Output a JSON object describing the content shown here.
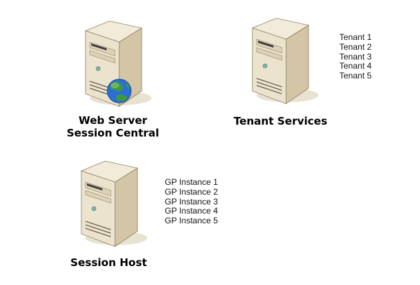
{
  "servers": {
    "web": {
      "caption_line1": "Web Server",
      "caption_line2": "Session Central",
      "icon": "server-tower-with-globe"
    },
    "tenant": {
      "caption": "Tenant Services",
      "icon": "server-tower",
      "items": [
        "Tenant 1",
        "Tenant 2",
        "Tenant 3",
        "Tenant 4",
        "Tenant 5"
      ]
    },
    "session": {
      "caption": "Session Host",
      "icon": "server-tower",
      "items": [
        "GP Instance 1",
        "GP Instance 2",
        "GP Instance 3",
        "GP Instance 4",
        "GP Instance 5"
      ]
    }
  },
  "colors": {
    "case_light": "#ece3cf",
    "case_mid": "#d3c5a6",
    "case_dark": "#b29f7b",
    "shadow": "#e6dfcc",
    "globe": "#2b6fd6",
    "land": "#3e9b3a"
  }
}
